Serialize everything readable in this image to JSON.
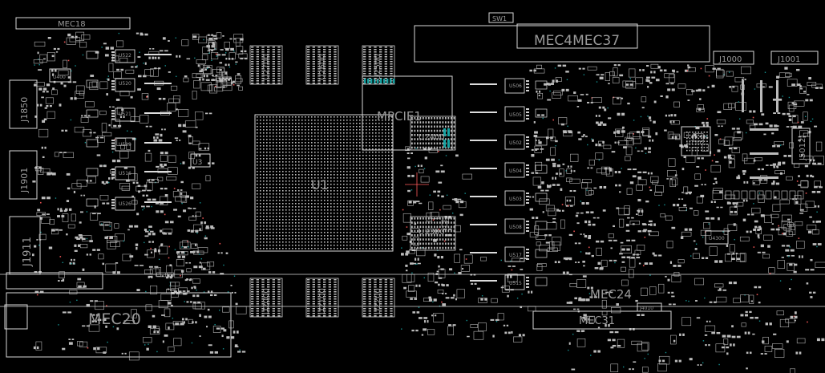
{
  "theme": {
    "background": "#000000",
    "outline": "#d8d8d8",
    "label": "#9a9a9a",
    "highlight": "#17a2a2",
    "marker": "#ff5a5a"
  },
  "labels": {
    "mec18": "MEC18",
    "sw1": "SW1",
    "mec4_mec37": "MEC4MEC37",
    "j1000": "J1000",
    "j1001": "J1001",
    "j1850": "J1850",
    "j1901": "J1901",
    "j1911": "J1911",
    "u400": "U400",
    "u522": "U522",
    "u520": "U520",
    "u521": "U521",
    "u519": "U519",
    "u516": "U516",
    "u526": "U526",
    "u3": "U3",
    "u1": "U1",
    "u2700": "U2700",
    "u2600": "U2600",
    "u2500": "U2500",
    "mpcie1": "MPCIE1",
    "u2400": "U2400",
    "u2300": "U2300",
    "u2000": "U2000",
    "u2100": "U2100",
    "u2200": "U2200",
    "u506": "U506",
    "u505": "U505",
    "u502": "U502",
    "u504": "U504",
    "u503": "U503",
    "u508": "U508",
    "u517": "U517",
    "u515": "U515",
    "u7102": "U7102",
    "j5012": "J5012",
    "mec31": "MEC31",
    "mec24": "MEC24",
    "j4010": "J4010",
    "mec20": "MEC20",
    "u4300": "U4300"
  }
}
